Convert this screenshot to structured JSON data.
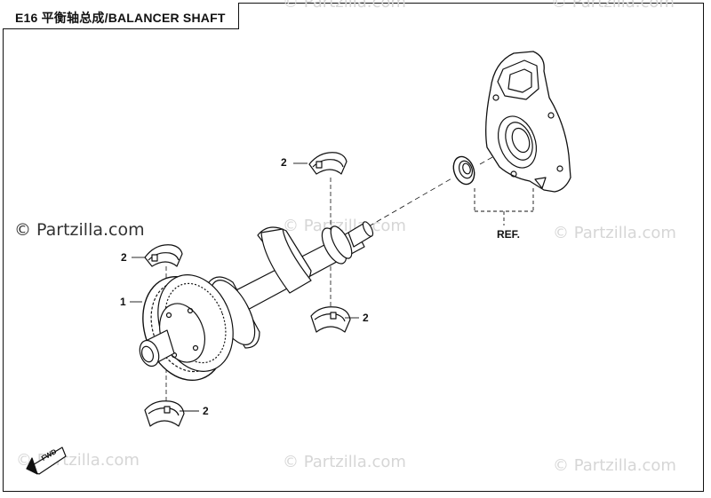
{
  "title": "E16 平衡轴总成/BALANCER SHAFT",
  "watermarks": {
    "main": "© Partzilla.com",
    "faded": "© Partzilla.com"
  },
  "callouts": {
    "part_1": "1",
    "part_2_upper": "2",
    "part_2_left": "2",
    "part_2_mid": "2",
    "part_2_lower": "2",
    "ref": "REF."
  },
  "fwd_label": "FWD"
}
